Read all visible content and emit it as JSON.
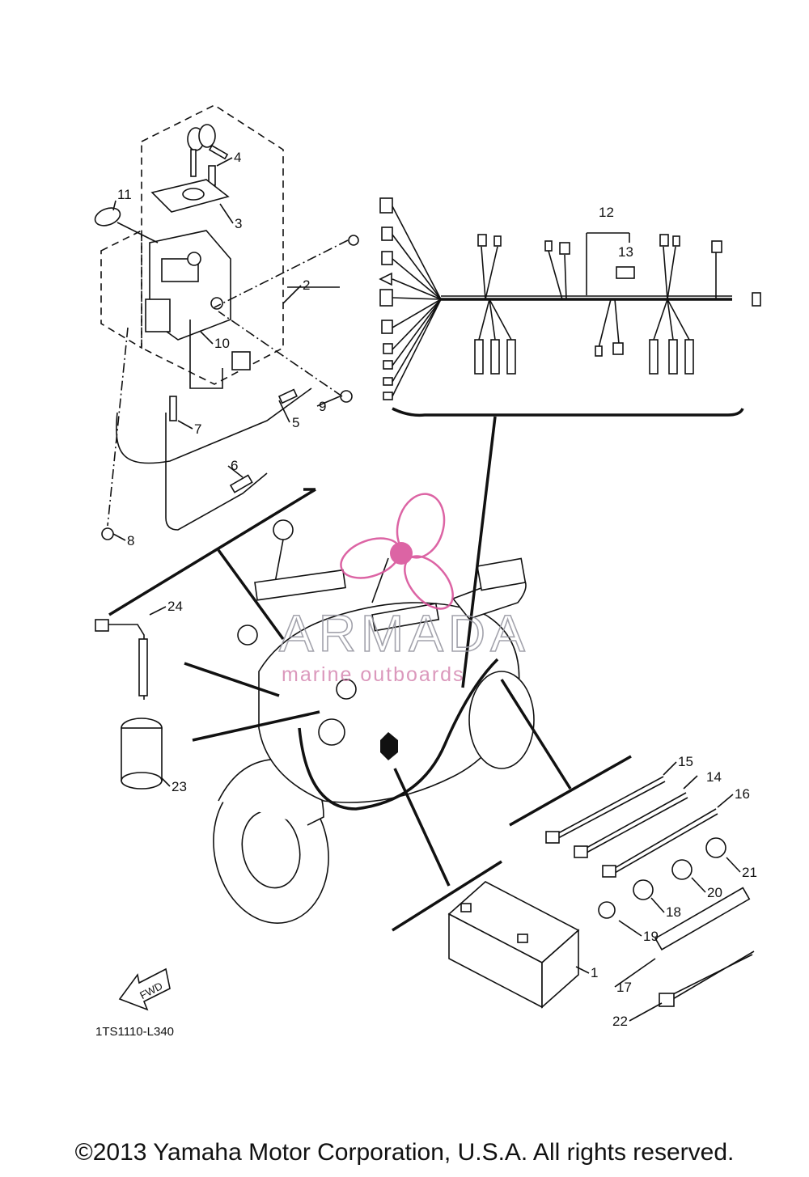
{
  "diagram": {
    "code": "1TS1110-L340",
    "fwd_label": "FWD",
    "callouts": [
      "1",
      "2",
      "3",
      "4",
      "5",
      "6",
      "7",
      "8",
      "9",
      "10",
      "11",
      "12",
      "13",
      "14",
      "15",
      "16",
      "17",
      "18",
      "19",
      "20",
      "21",
      "22",
      "23",
      "24"
    ]
  },
  "watermark": {
    "title": "ARMADA",
    "subtitle": "marine outboards",
    "accent_color": "#d9549b"
  },
  "footer": {
    "copyright": "©2013 Yamaha Motor Corporation, U.S.A. All rights reserved."
  }
}
